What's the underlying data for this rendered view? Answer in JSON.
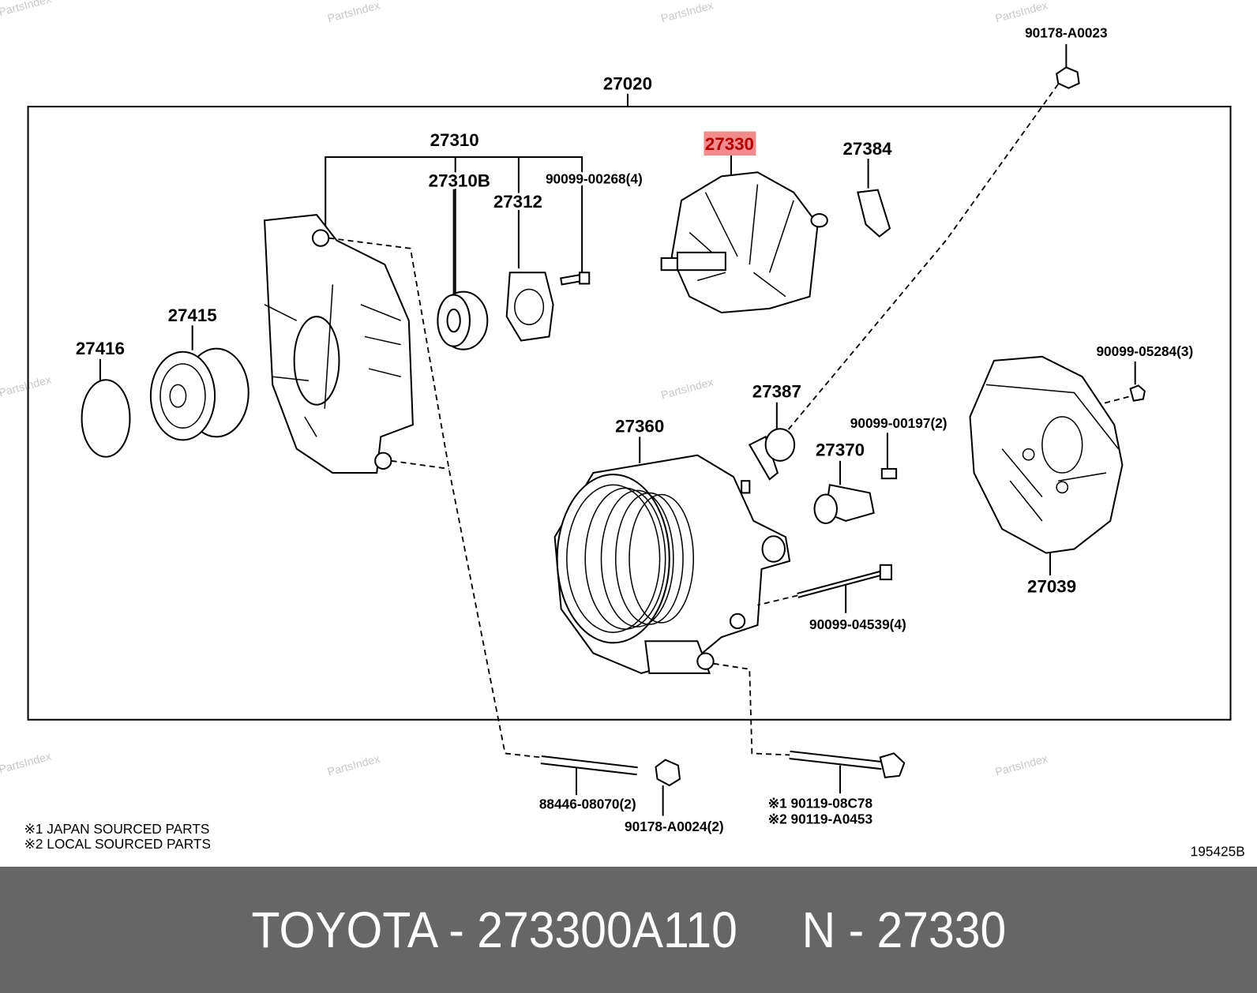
{
  "diagram": {
    "watermark": "PartsIndex",
    "assembly_label": "27020",
    "highlight_color": "#f28b8b",
    "highlight_text_color": "#b00000",
    "parts": {
      "p27310": "27310",
      "p27310B": "27310B",
      "p27312": "27312",
      "p90099_00268": "90099-00268(4)",
      "p27330": "27330",
      "p27384": "27384",
      "p90178_A0023": "90178-A0023",
      "p27415": "27415",
      "p27416": "27416",
      "p27387": "27387",
      "p90099_05284": "90099-05284(3)",
      "p90099_00197": "90099-00197(2)",
      "p27370": "27370",
      "p27360": "27360",
      "p27039": "27039",
      "p90099_04539": "90099-04539(4)",
      "p88446_08070": "88446-08070(2)",
      "p90178_A0024": "90178-A0024(2)",
      "p90119_08C78": "※1 90119-08C78",
      "p90119_A0453": "※2 90119-A0453"
    },
    "notes": [
      "※1  JAPAN SOURCED PARTS",
      "※2  LOCAL SOURCED PARTS"
    ],
    "drawing_number": "195425B"
  },
  "footer": {
    "title": "TOYOTA - 273300A110     N - 27330"
  }
}
